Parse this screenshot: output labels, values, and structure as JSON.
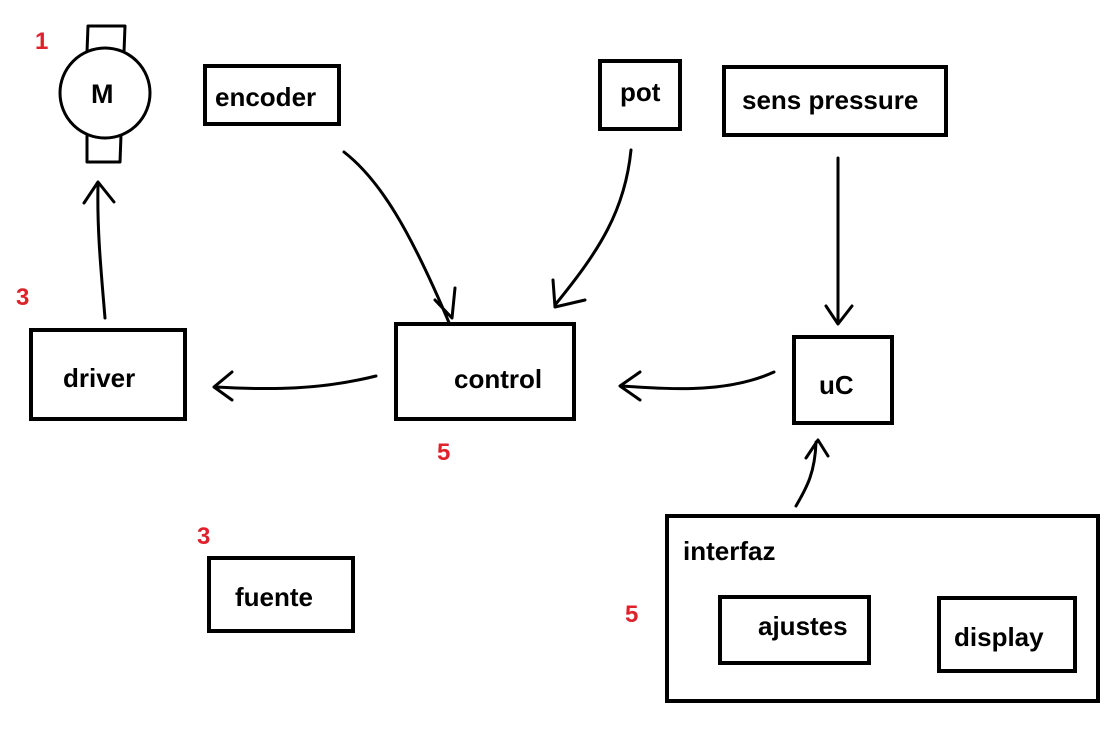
{
  "blocks": {
    "motor": "M",
    "encoder": "encoder",
    "pot": "pot",
    "sens_pressure": "sens pressure",
    "driver": "driver",
    "control": "control",
    "uc": "uC",
    "fuente": "fuente",
    "interfaz": "interfaz",
    "ajustes": "ajustes",
    "display": "display"
  },
  "annotations": {
    "motor": "1",
    "driver": "3",
    "control": "5",
    "fuente": "3",
    "interfaz": "5"
  },
  "colors": {
    "annotation": "#e0202a",
    "stroke": "#000000",
    "background": "#ffffff"
  }
}
